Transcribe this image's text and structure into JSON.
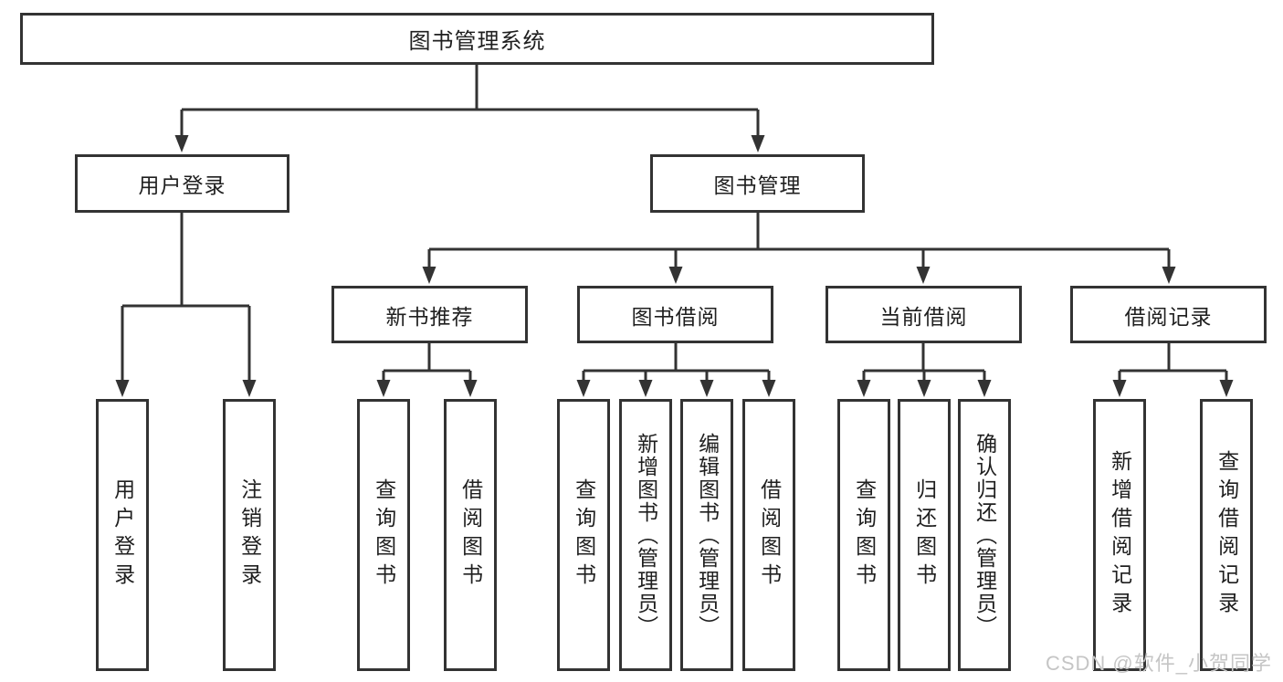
{
  "tree": {
    "root": {
      "label": "图书管理系统"
    },
    "branches": [
      {
        "label": "用户登录",
        "leaves": [
          {
            "label": "用户登录"
          },
          {
            "label": "注销登录"
          }
        ]
      },
      {
        "label": "图书管理",
        "groups": [
          {
            "label": "新书推荐",
            "leaves": [
              {
                "label": "查询图书"
              },
              {
                "label": "借阅图书"
              }
            ]
          },
          {
            "label": "图书借阅",
            "leaves": [
              {
                "label": "查询图书"
              },
              {
                "label": "新增图书（管理员）"
              },
              {
                "label": "编辑图书（管理员）"
              },
              {
                "label": "借阅图书"
              }
            ]
          },
          {
            "label": "当前借阅",
            "leaves": [
              {
                "label": "查询图书"
              },
              {
                "label": "归还图书"
              },
              {
                "label": "确认归还（管理员）"
              }
            ]
          },
          {
            "label": "借阅记录",
            "leaves": [
              {
                "label": "新增借阅记录"
              },
              {
                "label": "查询借阅记录"
              }
            ]
          }
        ]
      }
    ]
  },
  "watermark": {
    "text": "CSDN @软件_小贺同学"
  },
  "colors": {
    "line": "#333333",
    "text": "#1f1f1f",
    "background": "#ffffff",
    "watermark": "#c5c5c5"
  }
}
